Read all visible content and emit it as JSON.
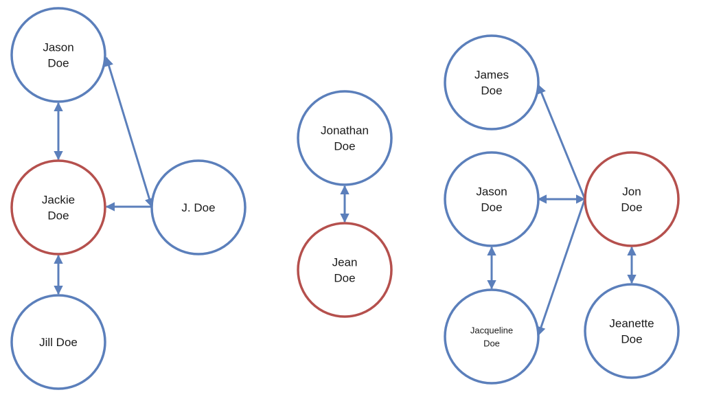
{
  "colors": {
    "person": "#5b7fbb",
    "focus": "#b5504d",
    "edge": "#5b7fbb",
    "background": "#ffffff",
    "text": "#1a1a1a"
  },
  "graphs": [
    {
      "name": "graph-left",
      "nodes": [
        {
          "id": "jason-doe-left",
          "lines": [
            "Jason",
            "Doe"
          ],
          "kind": "person"
        },
        {
          "id": "jackie-doe",
          "lines": [
            "Jackie",
            "Doe"
          ],
          "kind": "focus"
        },
        {
          "id": "j-doe",
          "lines": [
            "J. Doe"
          ],
          "kind": "person"
        },
        {
          "id": "jill-doe",
          "lines": [
            "Jill Doe"
          ],
          "kind": "person"
        }
      ],
      "edges": [
        {
          "from": "jason-doe-left",
          "to": "jackie-doe",
          "direction": "both"
        },
        {
          "from": "jackie-doe",
          "to": "jill-doe",
          "direction": "both"
        },
        {
          "from": "jason-doe-left",
          "to": "j-doe",
          "direction": "both"
        },
        {
          "from": "j-doe",
          "to": "jackie-doe",
          "direction": "to"
        }
      ]
    },
    {
      "name": "graph-middle",
      "nodes": [
        {
          "id": "jonathan-doe",
          "lines": [
            "Jonathan",
            "Doe"
          ],
          "kind": "person"
        },
        {
          "id": "jean-doe",
          "lines": [
            "Jean",
            "Doe"
          ],
          "kind": "focus"
        }
      ],
      "edges": [
        {
          "from": "jonathan-doe",
          "to": "jean-doe",
          "direction": "both"
        }
      ]
    },
    {
      "name": "graph-right",
      "nodes": [
        {
          "id": "james-doe",
          "lines": [
            "James",
            "Doe"
          ],
          "kind": "person"
        },
        {
          "id": "jason-doe-right",
          "lines": [
            "Jason",
            "Doe"
          ],
          "kind": "person"
        },
        {
          "id": "jon-doe",
          "lines": [
            "Jon",
            "Doe"
          ],
          "kind": "focus"
        },
        {
          "id": "jacqueline-doe",
          "lines": [
            "Jacqueline",
            "Doe"
          ],
          "kind": "person",
          "size": "small"
        },
        {
          "id": "jeanette-doe",
          "lines": [
            "Jeanette",
            "Doe"
          ],
          "kind": "person"
        }
      ],
      "edges": [
        {
          "from": "jon-doe",
          "to": "james-doe",
          "direction": "to"
        },
        {
          "from": "jason-doe-right",
          "to": "jon-doe",
          "direction": "both"
        },
        {
          "from": "jon-doe",
          "to": "jacqueline-doe",
          "direction": "to"
        },
        {
          "from": "jason-doe-right",
          "to": "jacqueline-doe",
          "direction": "both"
        },
        {
          "from": "jon-doe",
          "to": "jeanette-doe",
          "direction": "both"
        }
      ]
    }
  ]
}
